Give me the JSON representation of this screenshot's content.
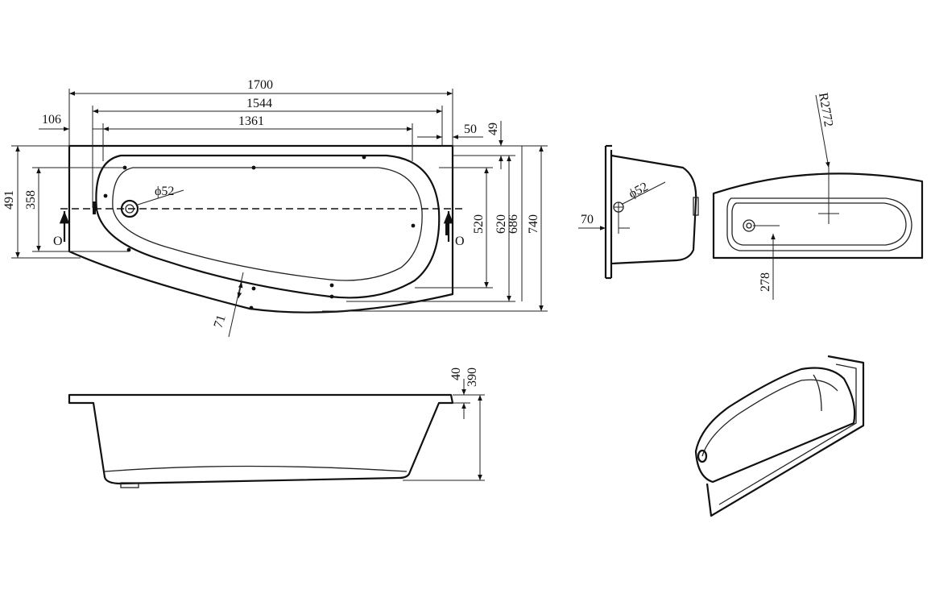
{
  "top_view": {
    "dims": {
      "overall_length": "1700",
      "inner_length": "1544",
      "flat_length": "1361",
      "left_rim": "106",
      "right_rim": "50",
      "top_rim": "49",
      "depth_491": "491",
      "depth_358": "358",
      "width_520": "520",
      "width_620": "620",
      "width_686": "686",
      "width_740": "740",
      "edge_71": "71",
      "waste_dia": "52"
    },
    "waste_symbol": "ϕ",
    "overflow_left": "O",
    "overflow_right": "O"
  },
  "end_view": {
    "dim_70": "70",
    "waste_dia": "52",
    "waste_symbol": "ϕ"
  },
  "plan_view": {
    "radius": "R2772",
    "dim_278": "278"
  },
  "side_view": {
    "dim_40": "40",
    "dim_390": "390"
  }
}
